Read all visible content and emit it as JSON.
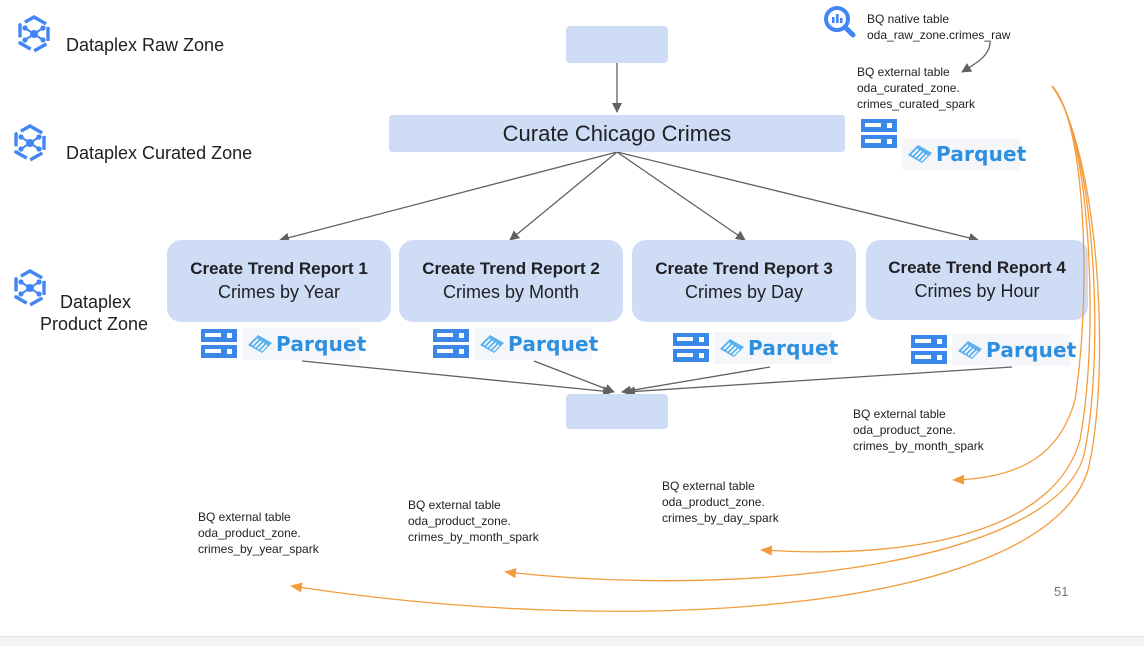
{
  "zones": {
    "raw": "Dataplex Raw Zone",
    "curated": "Dataplex Curated Zone",
    "product_line1": "Dataplex",
    "product_line2": "Product Zone"
  },
  "curate_box": "Curate Chicago Crimes",
  "reports": [
    {
      "title": "Create Trend Report 1",
      "subtitle": "Crimes by Year"
    },
    {
      "title": "Create Trend Report 2",
      "subtitle": "Crimes by Month"
    },
    {
      "title": "Create Trend Report 3",
      "subtitle": "Crimes by Day"
    },
    {
      "title": "Create Trend Report 4",
      "subtitle": "Crimes by Hour"
    }
  ],
  "parquet_label": "Parquet",
  "notes": {
    "native": {
      "line1": "BQ native table",
      "line2": "oda_raw_zone.crimes_raw"
    },
    "curated": {
      "line1": "BQ external table",
      "line2": "oda_curated_zone.",
      "line3": "crimes_curated_spark"
    },
    "hour": {
      "line1": "BQ external table",
      "line2": "oda_product_zone.",
      "line3": "crimes_by_month_spark"
    },
    "day": {
      "line1": "BQ external table",
      "line2": "oda_product_zone.",
      "line3": "crimes_by_day_spark"
    },
    "month": {
      "line1": "BQ external table",
      "line2": "oda_product_zone.",
      "line3": "crimes_by_month_spark"
    },
    "year": {
      "line1": "BQ external table",
      "line2": "oda_product_zone.",
      "line3": "crimes_by_year_spark"
    }
  },
  "page_number": "51",
  "colors": {
    "box_fill": "#cfdcf6",
    "dataplex_blue": "#4285f4",
    "arrow_gray": "#616161",
    "orange_arrow": "#f39c3c",
    "parquet_blue": "#2c8fe0"
  },
  "icons": [
    "dataplex-icon",
    "bigquery-icon",
    "storage-server-icon",
    "parquet-logo-icon"
  ]
}
